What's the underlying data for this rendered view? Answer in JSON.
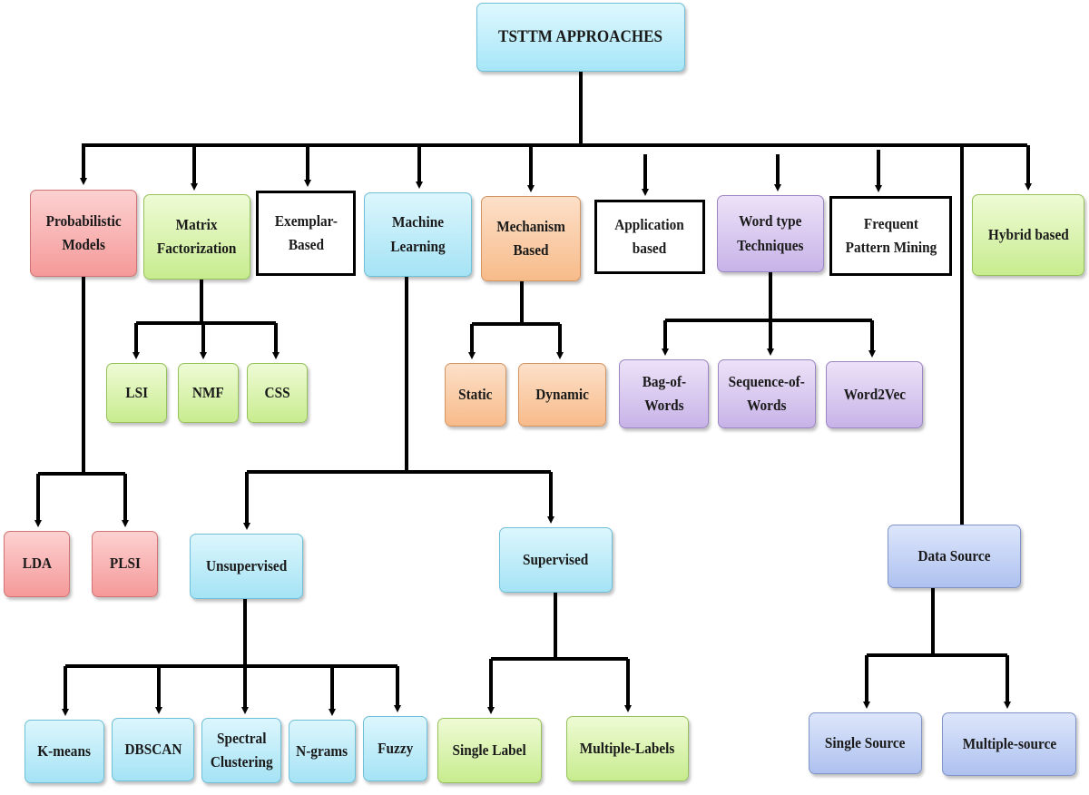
{
  "title": "TSTTM APPROACHES",
  "categories": {
    "probabilistic": "Probabilistic\nModels",
    "matrix": "Matrix\nFactorization",
    "exemplar": "Exemplar-\nBased",
    "machine_learning": "Machine\nLearning",
    "mechanism": "Mechanism\nBased",
    "application": "Application\nbased",
    "word_type": "Word type\nTechniques",
    "frequent": "Frequent\nPattern Mining",
    "hybrid": "Hybrid based",
    "data_source": "Data Source"
  },
  "probabilistic_children": {
    "lda": "LDA",
    "plsi": "PLSI"
  },
  "matrix_children": {
    "lsi": "LSI",
    "nmf": "NMF",
    "css": "CSS"
  },
  "ml_children": {
    "unsupervised": "Unsupervised",
    "supervised": "Supervised"
  },
  "unsupervised_children": {
    "kmeans": "K-means",
    "dbscan": "DBSCAN",
    "spectral": "Spectral\nClustering",
    "ngrams": "N-grams",
    "fuzzy": "Fuzzy"
  },
  "supervised_children": {
    "single_label": "Single Label",
    "multiple_labels": "Multiple-Labels"
  },
  "mechanism_children": {
    "static": "Static",
    "dynamic": "Dynamic"
  },
  "word_type_children": {
    "bow": "Bag-of-\nWords",
    "sow": "Sequence-of-\nWords",
    "w2v": "Word2Vec"
  },
  "data_source_children": {
    "single": "Single Source",
    "multiple": "Multiple-source"
  }
}
